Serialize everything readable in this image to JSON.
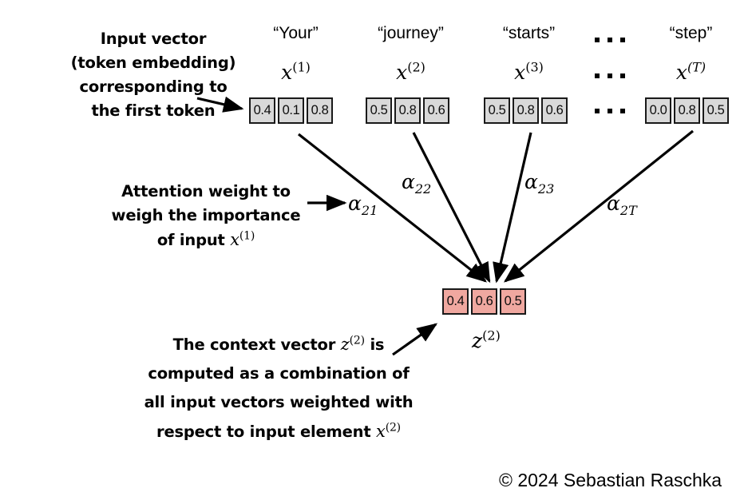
{
  "diagram": {
    "title": "Self-attention context vector computation",
    "colors": {
      "input_cell_fill": "#d9d9d9",
      "context_cell_fill": "#f0a8a0",
      "stroke": "#1a1a1a",
      "text": "#000000"
    }
  },
  "annotations": {
    "input_vector": {
      "line1": "Input vector",
      "line2": "(token embedding)",
      "line3": "corresponding to",
      "line4": "the first token"
    },
    "attention_weight": {
      "line1": "Attention weight to",
      "line2": "weigh the importance",
      "line3_prefix": "of input ",
      "line3_var": "x",
      "line3_sup": "(1)"
    },
    "context_vector": {
      "line1_prefix": "The context vector ",
      "line1_var": "z",
      "line1_sup": "(2)",
      "line1_suffix": " is",
      "line2": "computed as a combination of",
      "line3": "all input vectors weighted with",
      "line4_prefix": "respect to input element ",
      "line4_var": "x",
      "line4_sup": "(2)"
    }
  },
  "tokens": [
    {
      "word": "“Your”",
      "var": "x",
      "sup": "(1)",
      "values": [
        "0.4",
        "0.1",
        "0.8"
      ]
    },
    {
      "word": "“journey”",
      "var": "x",
      "sup": "(2)",
      "values": [
        "0.5",
        "0.8",
        "0.6"
      ]
    },
    {
      "word": "“starts”",
      "var": "x",
      "sup": "(3)",
      "values": [
        "0.5",
        "0.8",
        "0.6"
      ]
    },
    {
      "word": "“step”",
      "var": "x",
      "sup": "(T)",
      "values": [
        "0.0",
        "0.8",
        "0.5"
      ]
    }
  ],
  "ellipsis_label": "· · ·",
  "attention_weights": [
    {
      "symbol": "α",
      "sub": "21"
    },
    {
      "symbol": "α",
      "sub": "22"
    },
    {
      "symbol": "α",
      "sub": "23"
    },
    {
      "symbol": "α",
      "sub": "2T"
    }
  ],
  "context_vector": {
    "var": "z",
    "sup": "(2)",
    "values": [
      "0.4",
      "0.6",
      "0.5"
    ]
  },
  "credit": "© 2024 Sebastian Raschka"
}
